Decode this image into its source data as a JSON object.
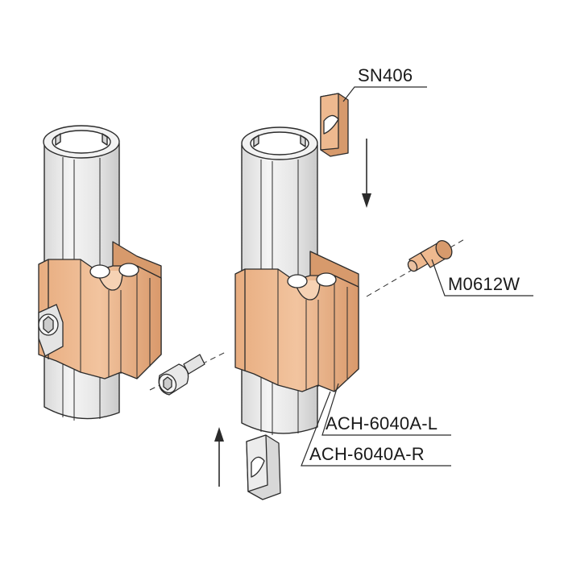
{
  "labels": {
    "clip_nut": "SN406",
    "bolt": "M0612W",
    "bracket_left": "ACH-6040A-L",
    "bracket_right": "ACH-6040A-R"
  },
  "colors": {
    "bracket": "#eeb98f",
    "bracket_shadow": "#d79a6c",
    "pipe": "#ebebeb",
    "pipe_shadow": "#cfcfcf",
    "line": "#2b2b2b"
  }
}
